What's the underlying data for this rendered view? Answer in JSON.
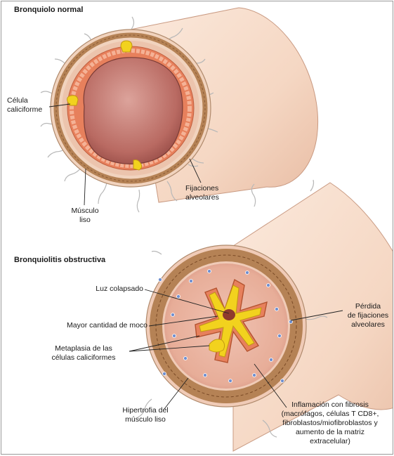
{
  "section_normal": {
    "title": "Bronquiolo normal",
    "goblet_cell_label_1": "Célula",
    "goblet_cell_label_2": "caliciforme",
    "alveolar_attachments_label_1": "Fijaciones",
    "alveolar_attachments_label_2": "alveolares",
    "smooth_muscle_label_1": "Músculo",
    "smooth_muscle_label_2": "liso"
  },
  "section_obstructive": {
    "title": "Bronquiolitis obstructiva",
    "collapsed_lumen_label": "Luz colapsado",
    "mucus_label": "Mayor cantidad de moco",
    "metaplasia_label_1": "Metaplasia de las",
    "metaplasia_label_2": "células caliciformes",
    "hypertrophy_label_1": "Hipertrofia del",
    "hypertrophy_label_2": "músculo liso",
    "loss_attachments_label_1": "Pérdida",
    "loss_attachments_label_2": "de fijaciones",
    "loss_attachments_label_3": "alveolares",
    "inflammation_label_1": "Inflamación con fibrosis",
    "inflammation_label_2": "(macrófagos, células T CD8+,",
    "inflammation_label_3": "fibroblastos/miofibroblastos y",
    "inflammation_label_4": "aumento de la matriz",
    "inflammation_label_5": "extracelular)"
  },
  "colors": {
    "tube_fill": "#f6dccb",
    "ring_wall": "#e9c2a8",
    "muscle": "#b58255",
    "epithelium": "#e7805c",
    "lumen": "#a5524d",
    "mucus": "#f2d21e",
    "leader_line": "#222222"
  }
}
